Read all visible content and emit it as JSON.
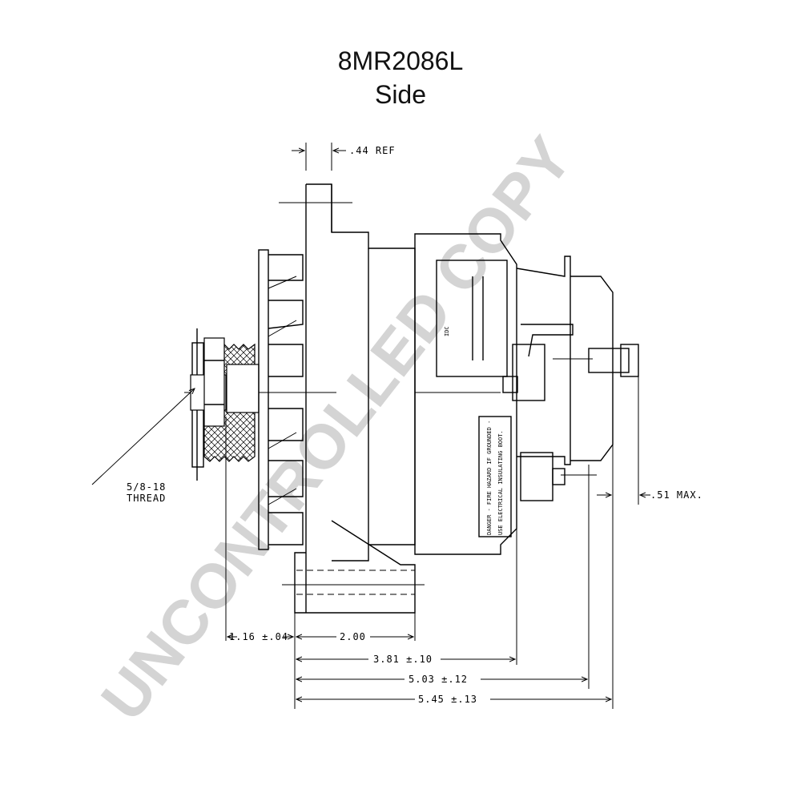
{
  "title": "8MR2086L",
  "subtitle": "Side",
  "watermark": "UNCONTROLLED COPY",
  "dimensions": {
    "ref": ".44 REF",
    "thread_a": "5/8-18",
    "thread_b": "THREAD",
    "max": ".51 MAX.",
    "d116": "1.16 ±.04",
    "d200": "2.00",
    "d381": "3.81 ±.10",
    "d503": "5.03 ±.12",
    "d545": "5.45 ±.13"
  },
  "label": {
    "danger_1": "DANGER - FIRE HAZARD IF GROUNDED -",
    "danger_2": "USE ELECTRICAL INSULATING BOOT."
  },
  "colors": {
    "line": "#000000",
    "watermark": "#d4d4d4"
  }
}
